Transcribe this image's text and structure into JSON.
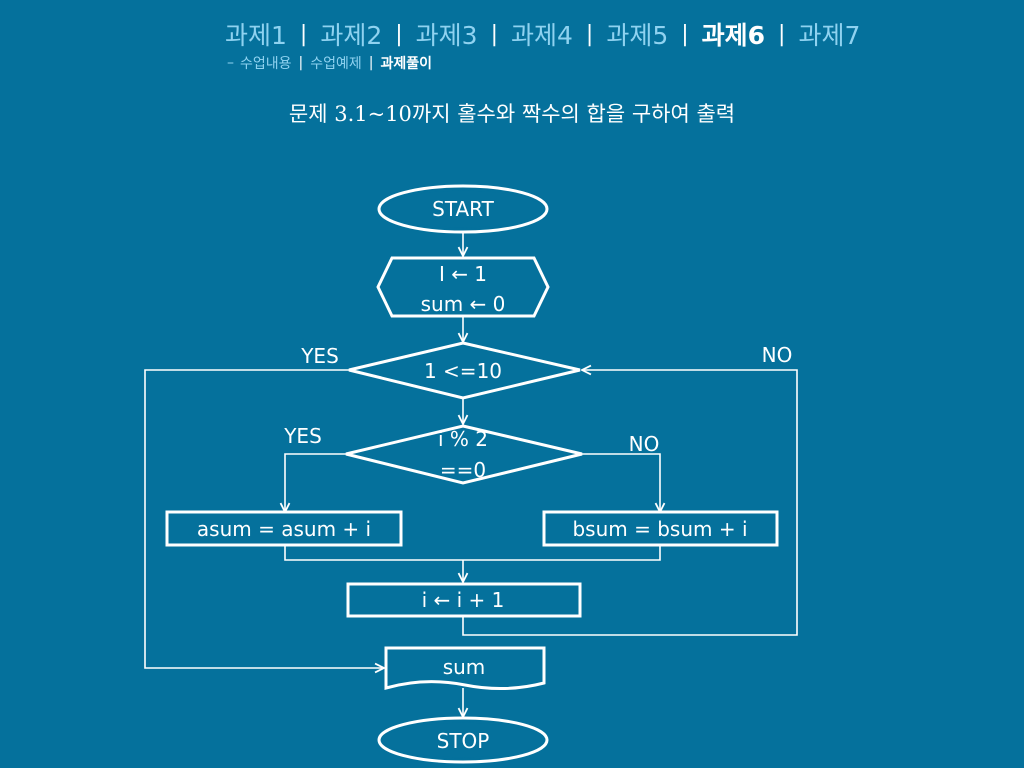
{
  "nav": {
    "tabs": [
      {
        "label": "과제1"
      },
      {
        "label": "과제2"
      },
      {
        "label": "과제3"
      },
      {
        "label": "과제4"
      },
      {
        "label": "과제5"
      },
      {
        "label": "과제6"
      },
      {
        "label": "과제7"
      }
    ],
    "separator": "|",
    "subnav": {
      "dash": "–",
      "items": [
        {
          "label": "수업내용"
        },
        {
          "label": "수업예제"
        },
        {
          "label": "과제풀이"
        }
      ]
    }
  },
  "title": "문제 3.1~10까지 홀수와 짝수의 합을 구하여 출력",
  "flowchart": {
    "start": "START",
    "init_line1": "I ← 1",
    "init_line2": "sum ← 0",
    "loop_cond": "1 <=10",
    "loop_yes": "YES",
    "loop_no": "NO",
    "even_cond_line1": "i % 2",
    "even_cond_line2": "==0",
    "even_yes": "YES",
    "even_no": "NO",
    "odd_sum": "asum = asum + i",
    "even_sum": "bsum = bsum + i",
    "increment": "i ← i + 1",
    "output": "sum",
    "stop": "STOP"
  }
}
